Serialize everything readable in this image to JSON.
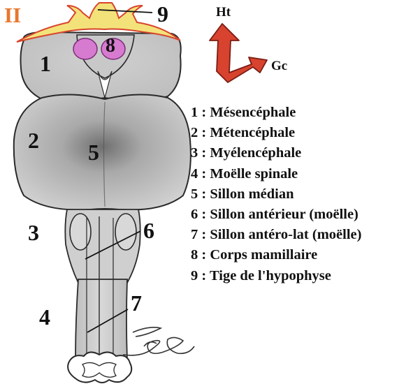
{
  "plate_label": "II",
  "labels": {
    "n1": "1",
    "n2": "2",
    "n3": "3",
    "n4": "4",
    "n5": "5",
    "n6": "6",
    "n7": "7",
    "n8": "8",
    "n9": "9"
  },
  "orientation": {
    "up": "Ht",
    "side": "Gc",
    "arrow_color": "#d7432f"
  },
  "legend": [
    "1 : Mésencéphale",
    "2 : Métencéphale",
    "3 : Myélencéphale",
    "4 : Moëlle spinale",
    "5 : Sillon médian",
    "6 : Sillon antérieur (moëlle)",
    "7 : Sillon antéro-lat (moëlle)",
    "8 : Corps mamillaire",
    "9 : Tige de l'hypophyse"
  ],
  "colors": {
    "plate": "#e8772e",
    "optic_band": "#f3e27a",
    "optic_edge": "#d8452d",
    "mamillary": "#d77bd0"
  }
}
